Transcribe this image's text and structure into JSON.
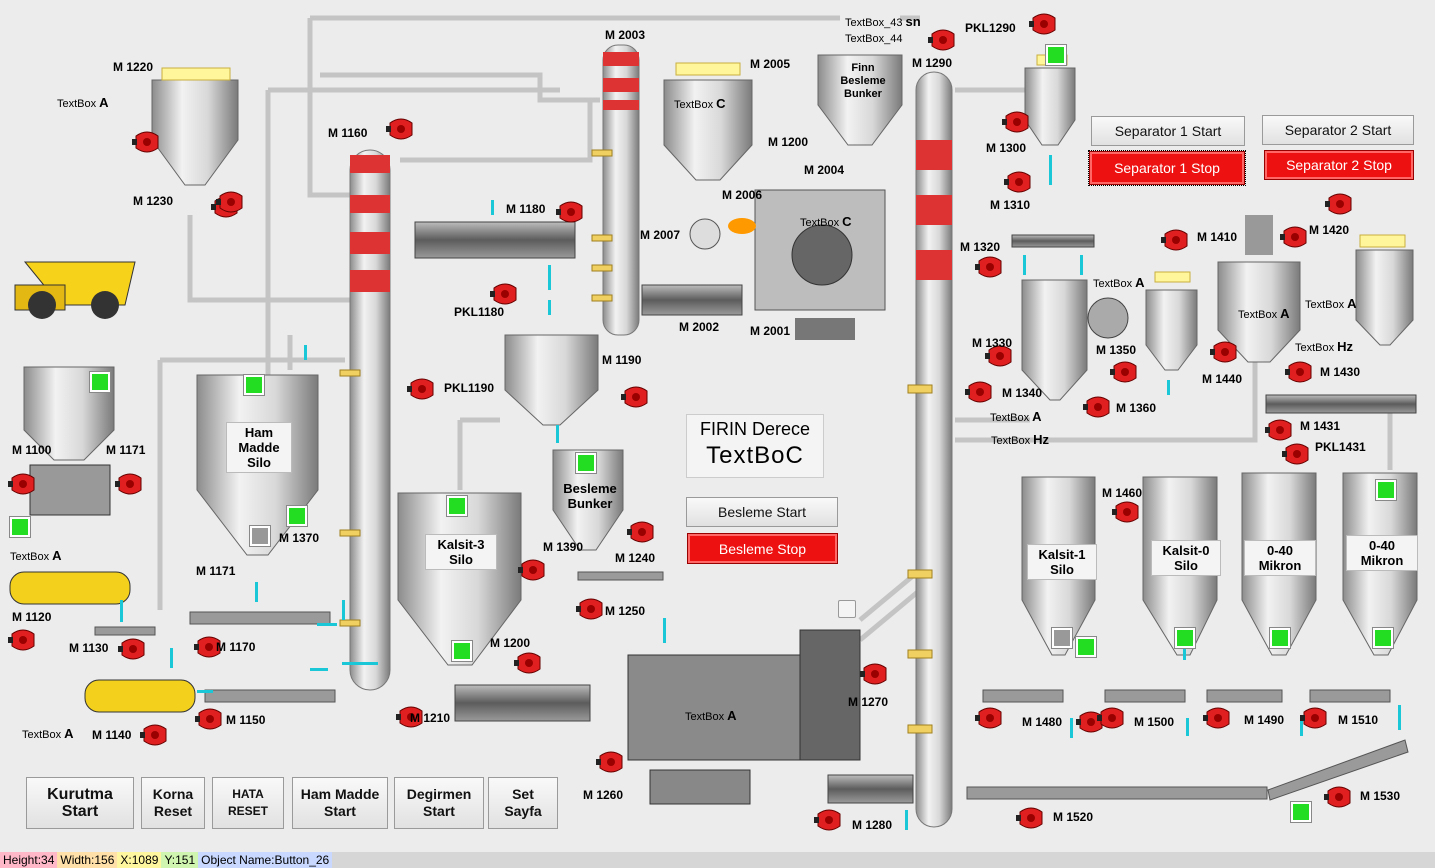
{
  "motors": {
    "m1220": "M 1220",
    "m1230": "M 1230",
    "m1160": "M 1160",
    "m1180": "M 1180",
    "m2003": "M 2003",
    "m2005": "M 2005",
    "m2006": "M 2006",
    "m2007": "M 2007",
    "m2004": "M 2004",
    "m1200a": "M 1200",
    "m2002": "M 2002",
    "m2001": "M 2001",
    "m1290": "M 1290",
    "m1300": "M 1300",
    "m1310": "M 1310",
    "m1320": "M 1320",
    "m1330": "M 1330",
    "m1340": "M 1340",
    "m1350": "M 1350",
    "m1360": "M 1360",
    "m1410": "M 1410",
    "m1420": "M 1420",
    "m1430": "M 1430",
    "m1431": "M 1431",
    "m1440": "M 1440",
    "m1460": "M 1460",
    "m1100": "M 1100",
    "m1171": "M 1171",
    "m1120": "M 1120",
    "m1130": "M 1130",
    "m1140": "M 1140",
    "m1150": "M 1150",
    "m1170": "M 1170",
    "m1171b": "M 1171",
    "m1370": "M 1370",
    "m1190": "M 1190",
    "m1390": "M 1390",
    "m1240": "M 1240",
    "m1250": "M 1250",
    "m1200b": "M 1200",
    "m1210": "M 1210",
    "m1270": "M 1270",
    "m1260": "M 1260",
    "m1280": "M 1280",
    "m1480": "M 1480",
    "m1500": "M 1500",
    "m1490": "M 1490",
    "m1510": "M 1510",
    "m1520": "M 1520",
    "m1530": "M 1530"
  },
  "pkl": {
    "pkl1180": "PKL1180",
    "pkl1190": "PKL1190",
    "pkl1290": "PKL1290",
    "pkl1431": "PKL1431"
  },
  "textboxes": {
    "tb1": "TextBox",
    "tb1v": "A",
    "tb2": "TextBox",
    "tb2v": "C",
    "tb3": "TextBox",
    "tb3v": "C",
    "tb43": "TextBox_43",
    "tb43v": "sn",
    "tb44": "TextBox_44",
    "tb4": "TextBox",
    "tb4v": "A",
    "tb5": "TextBox",
    "tb5v": "A",
    "tb6": "TextBox",
    "tb6v": "A",
    "tb7": "TextBox",
    "tb7v": "Hz",
    "tb8": "TextBox",
    "tb8v": "A",
    "tb9": "TextBox",
    "tb9v": "Hz",
    "tb10": "TextBox",
    "tb10v": "A",
    "tb11": "TextBox",
    "tb11v": "A",
    "tb12": "TextBox",
    "tb12v": "A"
  },
  "silos": {
    "ham": "Ham\nMadde\nSilo",
    "kalsit3": "Kalsit-3\nSilo",
    "besleme": "Besleme\nBunker",
    "finn": "Finn\nBesleme\nBunker",
    "kalsit1": "Kalsit-1\nSilo",
    "kalsit0": "Kalsit-0\nSilo",
    "mikron1": "0-40\nMikron",
    "mikron2": "0-40\nMikron"
  },
  "firin": {
    "title": "FIRIN Derece",
    "value": "TextBoC"
  },
  "buttons": {
    "sep1start": "Separator 1 Start",
    "sep1stop": "Separator 1 Stop",
    "sep2start": "Separator 2 Start",
    "sep2stop": "Separator 2 Stop",
    "beslemestart": "Besleme Start",
    "beslemestop": "Besleme Stop",
    "kurutma": "Kurutma\nStart",
    "korna": "Korna\nReset",
    "hata": "HATA\nRESET",
    "hammadde": "Ham Madde\nStart",
    "degirmen": "Degirmen\nStart",
    "set": "Set\nSayfa"
  },
  "status": {
    "height": "Height:34",
    "width": "Width:156",
    "x": "X:1089",
    "y": "Y:151",
    "object": "Object Name:Button_26"
  },
  "colors": {
    "red_stop": "#ee1111",
    "status_green": "#22dd22",
    "motor_red": "#e02020",
    "pipe": "#c8c8c8"
  }
}
